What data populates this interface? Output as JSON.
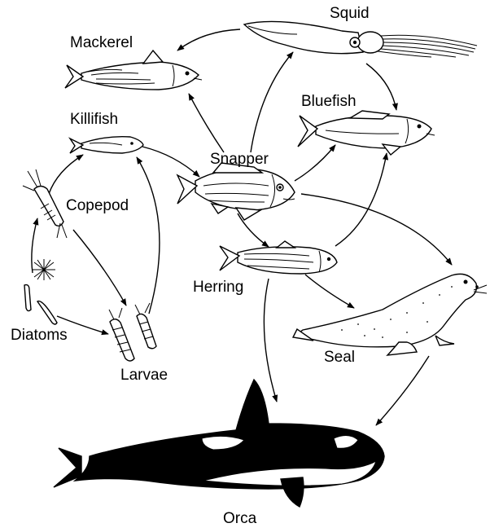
{
  "organisms": {
    "squid": "Squid",
    "mackerel": "Mackerel",
    "bluefish": "Bluefish",
    "killifish": "Killifish",
    "snapper": "Snapper",
    "copepod": "Copepod",
    "herring": "Herring",
    "diatoms": "Diatoms",
    "seal": "Seal",
    "larvae": "Larvae",
    "orca": "Orca"
  },
  "links": [
    {
      "from": "diatoms",
      "to": "copepod"
    },
    {
      "from": "diatoms",
      "to": "larvae"
    },
    {
      "from": "copepod",
      "to": "killifish"
    },
    {
      "from": "copepod",
      "to": "larvae"
    },
    {
      "from": "larvae",
      "to": "killifish"
    },
    {
      "from": "killifish",
      "to": "snapper"
    },
    {
      "from": "snapper",
      "to": "mackerel"
    },
    {
      "from": "snapper",
      "to": "squid"
    },
    {
      "from": "snapper",
      "to": "bluefish"
    },
    {
      "from": "snapper",
      "to": "herring"
    },
    {
      "from": "snapper",
      "to": "seal"
    },
    {
      "from": "squid",
      "to": "mackerel"
    },
    {
      "from": "squid",
      "to": "bluefish"
    },
    {
      "from": "herring",
      "to": "bluefish"
    },
    {
      "from": "herring",
      "to": "seal"
    },
    {
      "from": "herring",
      "to": "orca"
    },
    {
      "from": "seal",
      "to": "orca"
    }
  ],
  "colors": {
    "ink": "#000000",
    "paper": "#ffffff"
  }
}
